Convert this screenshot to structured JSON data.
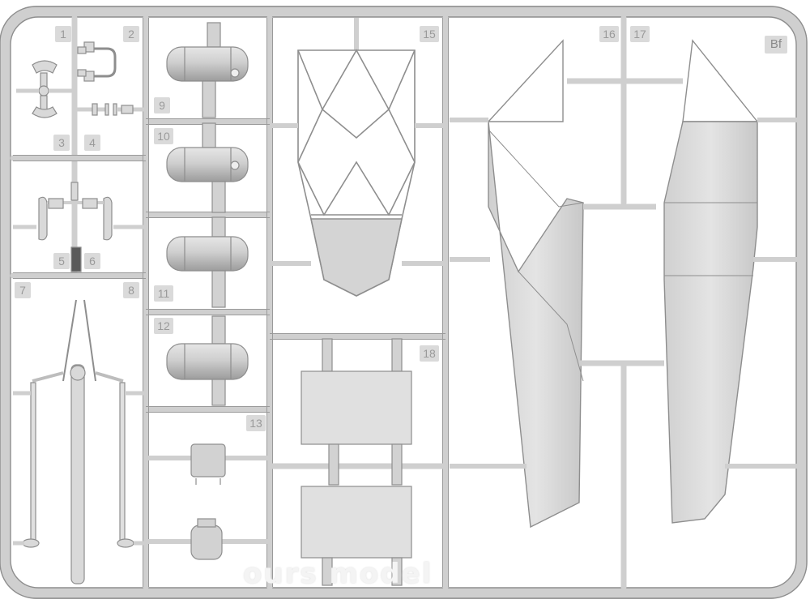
{
  "sprue": {
    "code": "Bf",
    "watermark": "ours model",
    "part_numbers": [
      "1",
      "2",
      "3",
      "4",
      "5",
      "6",
      "7",
      "8",
      "9",
      "10",
      "11",
      "12",
      "13",
      "15",
      "16",
      "17",
      "18"
    ]
  },
  "colors": {
    "plastic": "#d9d9d9",
    "frame": "#cfcfcf",
    "outline": "#8e8e8e",
    "background": "#ffffff"
  }
}
